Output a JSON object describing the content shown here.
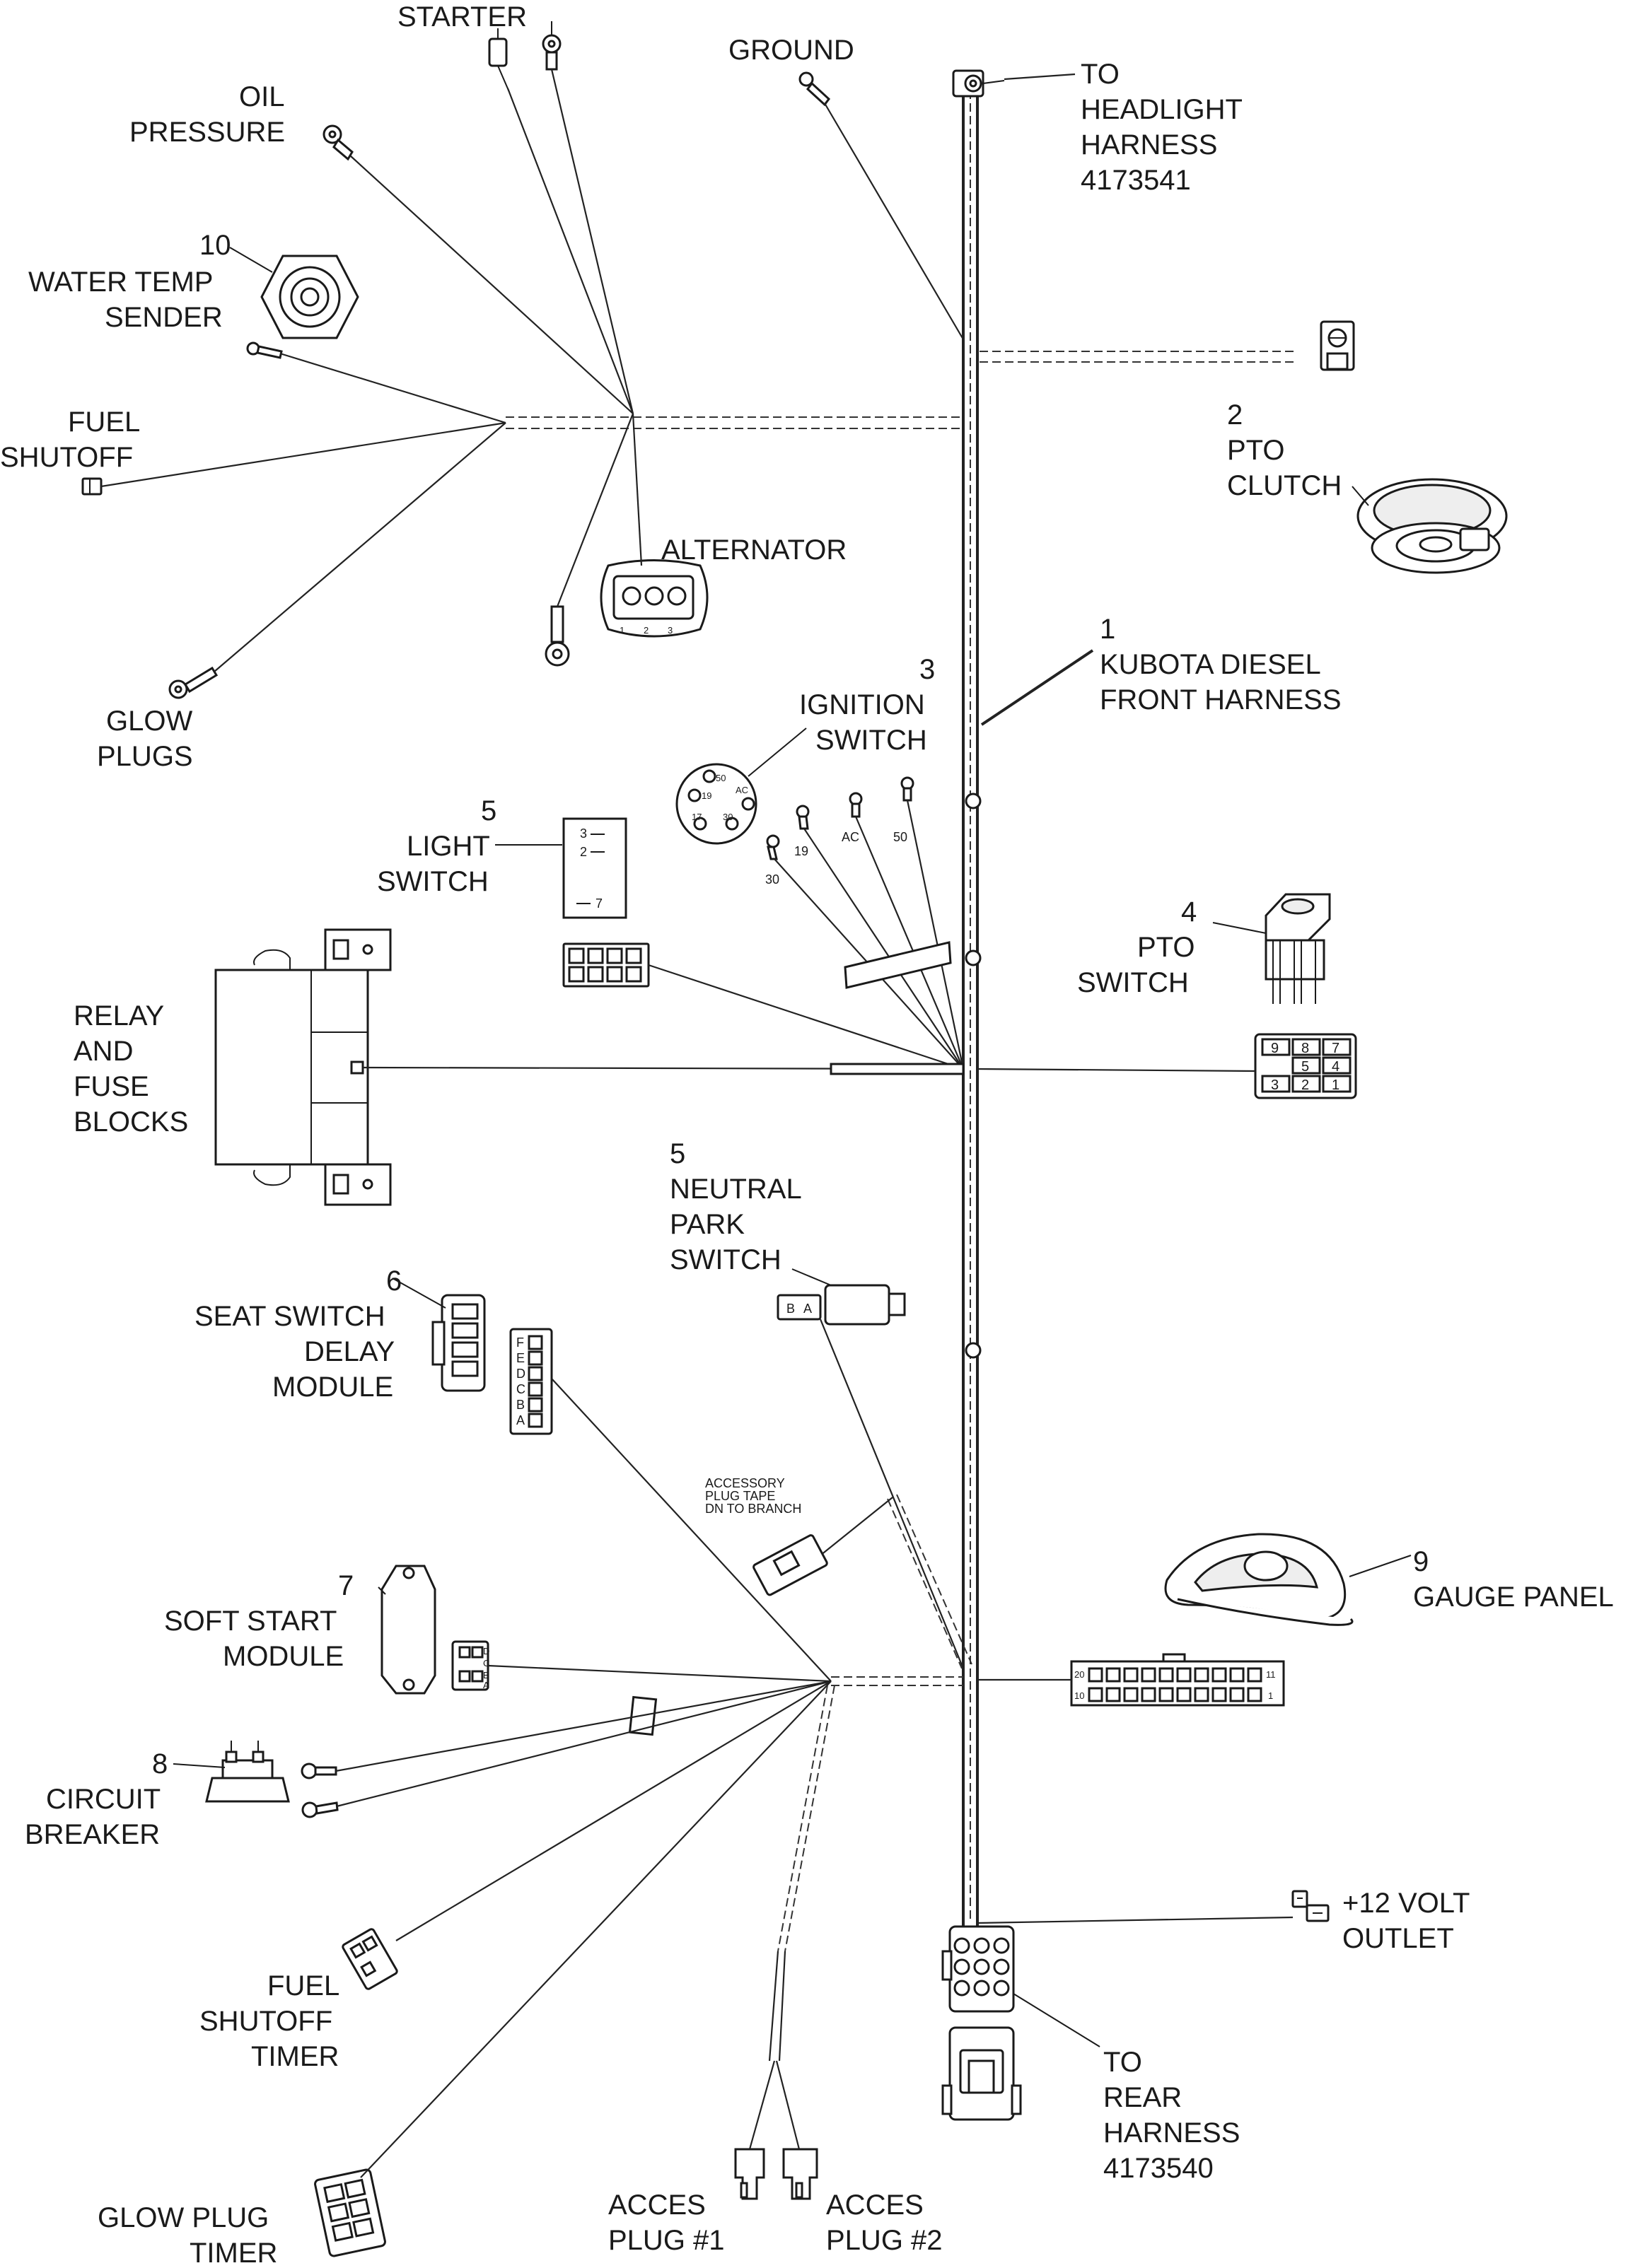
{
  "labels": {
    "starter": "STARTER",
    "ground": "GROUND",
    "to_headlight": [
      "TO",
      "HEADLIGHT",
      "HARNESS",
      "4173541"
    ],
    "oil_pressure": [
      "OIL",
      "PRESSURE"
    ],
    "water_temp_num": "10",
    "water_temp": [
      "WATER TEMP",
      "SENDER"
    ],
    "fuel_shutoff": [
      "FUEL",
      "SHUTOFF"
    ],
    "alternator": "ALTERNATOR",
    "glow_plugs": [
      "GLOW",
      "PLUGS"
    ],
    "pto_clutch_num": "2",
    "pto_clutch": [
      "PTO",
      "CLUTCH"
    ],
    "harness_num": "1",
    "harness": [
      "KUBOTA DIESEL",
      "FRONT HARNESS"
    ],
    "ignition_num": "3",
    "ignition": [
      "IGNITION",
      "SWITCH"
    ],
    "light_switch_num": "5",
    "light_switch": [
      "LIGHT",
      "SWITCH"
    ],
    "pto_switch_num": "4",
    "pto_switch": [
      "PTO",
      "SWITCH"
    ],
    "relay": [
      "RELAY",
      "AND",
      "FUSE",
      "BLOCKS"
    ],
    "neutral_num": "5",
    "neutral": [
      "NEUTRAL",
      "PARK",
      "SWITCH"
    ],
    "seat_num": "6",
    "seat": [
      "SEAT SWITCH",
      "DELAY",
      "MODULE"
    ],
    "accessory_note": [
      "ACCESSORY",
      "PLUG TAPE",
      "DN TO BRANCH"
    ],
    "gauge_num": "9",
    "gauge": "GAUGE PANEL",
    "soft_start_num": "7",
    "soft_start": [
      "SOFT START",
      "MODULE"
    ],
    "circuit_num": "8",
    "circuit": [
      "CIRCUIT",
      "BREAKER"
    ],
    "outlet": [
      "+12 VOLT",
      "OUTLET"
    ],
    "fuel_timer": [
      "FUEL",
      "SHUTOFF",
      "TIMER"
    ],
    "to_rear": [
      "TO",
      "REAR",
      "HARNESS",
      "4173540"
    ],
    "glow_timer": [
      "GLOW PLUG",
      "TIMER"
    ],
    "acc1": [
      "ACCES",
      "PLUG #1"
    ],
    "acc2": [
      "ACCES",
      "PLUG #2"
    ]
  },
  "ignition_terminals": [
    "30",
    "19",
    "AC",
    "50"
  ],
  "ignition_face_pins": [
    "50",
    "19",
    "AC",
    "17",
    "30"
  ],
  "light_switch_pins": [
    "3",
    "2",
    "7"
  ],
  "pto_switch_pins": [
    "9",
    "8",
    "7",
    "5",
    "4",
    "3",
    "2",
    "1"
  ],
  "seat_pins": [
    "F",
    "E",
    "D",
    "C",
    "B",
    "A"
  ],
  "soft_start_pins": [
    "D",
    "C",
    "B",
    "A"
  ],
  "neutral_pins": [
    "B",
    "A"
  ],
  "gauge_connector_pins": [
    "20",
    "10",
    "11",
    "1"
  ],
  "alternator_pins": [
    "1",
    "2",
    "3"
  ]
}
